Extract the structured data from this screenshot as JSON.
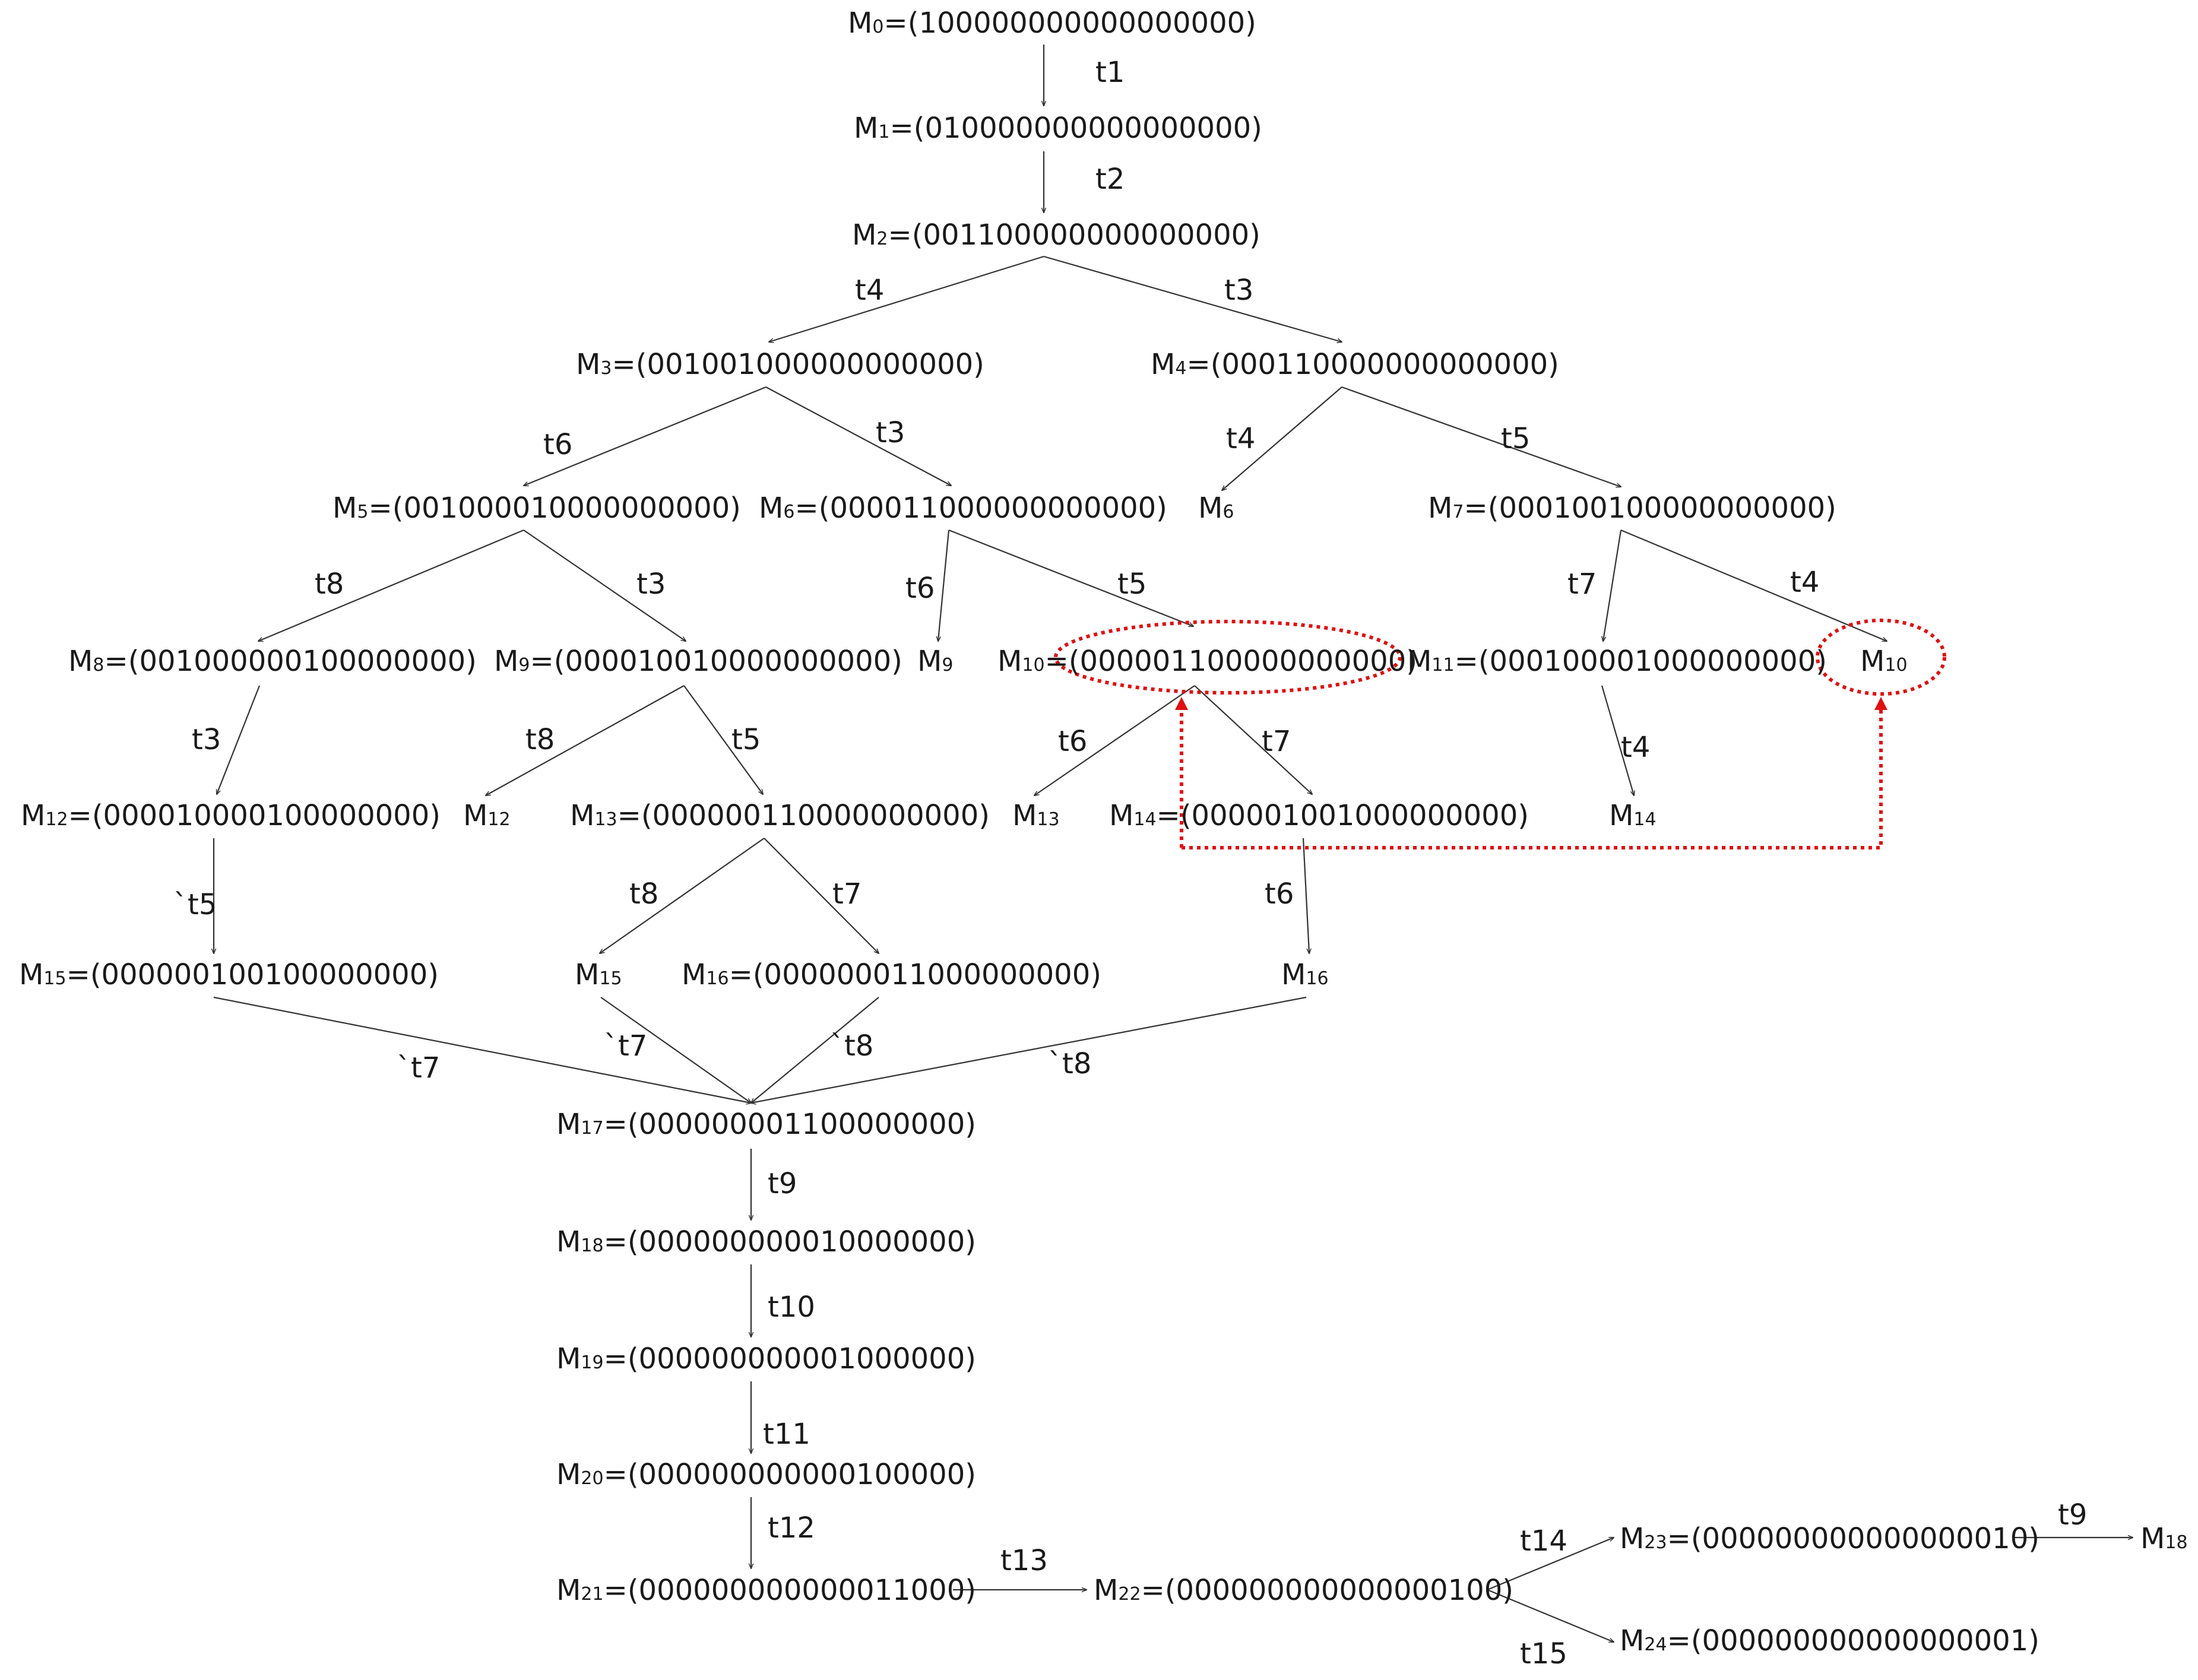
{
  "nodes": {
    "M0": {
      "name": "M",
      "sub": "0",
      "vec": "=(100000000000000000)"
    },
    "M1": {
      "name": "M",
      "sub": "1",
      "vec": "=(010000000000000000)"
    },
    "M2": {
      "name": "M",
      "sub": "2",
      "vec": "=(001100000000000000)"
    },
    "M3": {
      "name": "M",
      "sub": "3",
      "vec": "=(001001000000000000)"
    },
    "M4": {
      "name": "M",
      "sub": "4",
      "vec": "=(000110000000000000)"
    },
    "M5": {
      "name": "M",
      "sub": "5",
      "vec": "=(001000010000000000)"
    },
    "M6": {
      "name": "M",
      "sub": "6",
      "vec": "=(000011000000000000)"
    },
    "M6r": {
      "name": "M",
      "sub": "6",
      "vec": ""
    },
    "M7": {
      "name": "M",
      "sub": "7",
      "vec": "=(000100100000000000)"
    },
    "M8": {
      "name": "M",
      "sub": "8",
      "vec": "=(001000000100000000)"
    },
    "M9": {
      "name": "M",
      "sub": "9",
      "vec": "=(000010010000000000)"
    },
    "M9r": {
      "name": "M",
      "sub": "9",
      "vec": ""
    },
    "M10": {
      "name": "M",
      "sub": "10",
      "vec": "=(000001100000000000)"
    },
    "M11": {
      "name": "M",
      "sub": "11",
      "vec": "=(000100001000000000)"
    },
    "M10r": {
      "name": "M",
      "sub": "10",
      "vec": ""
    },
    "M12": {
      "name": "M",
      "sub": "12",
      "vec": "=(000010000100000000)"
    },
    "M12r": {
      "name": "M",
      "sub": "12",
      "vec": ""
    },
    "M13": {
      "name": "M",
      "sub": "13",
      "vec": "=(000000110000000000)"
    },
    "M13r": {
      "name": "M",
      "sub": "13",
      "vec": ""
    },
    "M14": {
      "name": "M",
      "sub": "14",
      "vec": "=(000001001000000000)"
    },
    "M14r": {
      "name": "M",
      "sub": "14",
      "vec": ""
    },
    "M15": {
      "name": "M",
      "sub": "15",
      "vec": "=(000000100100000000)"
    },
    "M15r": {
      "name": "M",
      "sub": "15",
      "vec": ""
    },
    "M16": {
      "name": "M",
      "sub": "16",
      "vec": "=(000000011000000000)"
    },
    "M16r": {
      "name": "M",
      "sub": "16",
      "vec": ""
    },
    "M17": {
      "name": "M",
      "sub": "17",
      "vec": "=(000000001100000000)"
    },
    "M18": {
      "name": "M",
      "sub": "18",
      "vec": "=(000000000010000000)"
    },
    "M19": {
      "name": "M",
      "sub": "19",
      "vec": "=(000000000001000000)"
    },
    "M20": {
      "name": "M",
      "sub": "20",
      "vec": "=(000000000000100000)"
    },
    "M21": {
      "name": "M",
      "sub": "21",
      "vec": "=(000000000000011000)"
    },
    "M22": {
      "name": "M",
      "sub": "22",
      "vec": "=(000000000000000100)"
    },
    "M23": {
      "name": "M",
      "sub": "23",
      "vec": "=(000000000000000010)"
    },
    "M24": {
      "name": "M",
      "sub": "24",
      "vec": "=(000000000000000001)"
    },
    "M18r": {
      "name": "M",
      "sub": "18",
      "vec": ""
    }
  },
  "edges": {
    "e01": "t1",
    "e12": "t2",
    "e23": "t4",
    "e24": "t3",
    "e35": "t6",
    "e36": "t3",
    "e46": "t4",
    "e47": "t5",
    "e58": "t8",
    "e59": "t3",
    "e69": "t6",
    "e610": "t5",
    "e711": "t7",
    "e710": "t4",
    "e812": "t3",
    "e912": "t8",
    "e913": "t5",
    "e1013": "t6",
    "e1014": "t7",
    "e1114": "t4",
    "e1215": "`t5",
    "e1315": "t8",
    "e1316": "t7",
    "e1416": "t6",
    "e1517": "`t7",
    "e15r17": "`t7",
    "e1617": "`t8",
    "e16r17": "`t8",
    "e1718": "t9",
    "e1819": "t10",
    "e1920": "t11",
    "e2021": "t12",
    "e2122": "t13",
    "e2223": "t14",
    "e2224": "t15",
    "e2318": "t9"
  },
  "highlight_color": "#e01010"
}
